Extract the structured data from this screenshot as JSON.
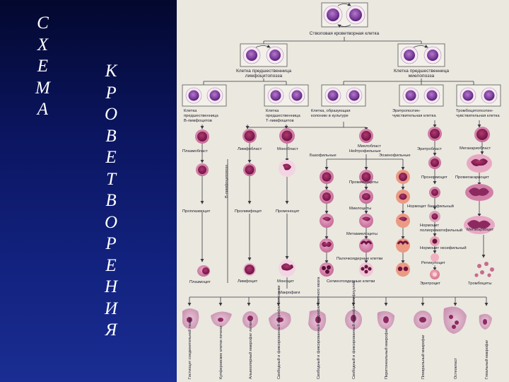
{
  "title_left": {
    "letters": [
      "С",
      "Х",
      "Е",
      "М",
      "А"
    ]
  },
  "title_right": {
    "letters": [
      "К",
      "Р",
      "О",
      "В",
      "Е",
      "Т",
      "В",
      "О",
      "Р",
      "Е",
      "Н",
      "И",
      "Я"
    ]
  },
  "diagram": {
    "stem_cell": "Стволовая кроветворная клетка",
    "lympho_precursor": [
      "Клетка предшественница",
      "лимфоцитопоэза"
    ],
    "myelo_precursor": [
      "Клетка предшественница",
      "миелопоэза"
    ],
    "b_precursor": [
      "Клетка",
      "предшественница",
      "В-лимфоцитов"
    ],
    "t_precursor": [
      "Клетка",
      "предшественница",
      "Т-лимфоцитов"
    ],
    "colony_cell": [
      "Клетка, образующая",
      "колонию в культуре"
    ],
    "erythropoietin_cell": [
      "Эритропоэтин-",
      "чувствительная клетка"
    ],
    "thrombopoietin_cell": [
      "Тромбоцитопоэтин-",
      "чувствительная клетка"
    ],
    "plasmoblast": "Плазмобласт",
    "lymphoblast": "Лимфобласт",
    "monoblast": "Монобласт",
    "myeloblast": "Миелобласт",
    "neutrophilic": "Нейтрофильные",
    "basophilic": "Базофильные",
    "eosinophilic": "Эозинофильные",
    "erythroblast": "Эритробласт",
    "megakaryoblast": "Мегакариобласт",
    "b_lymphocytopoiesis": "В-лимфоцитопоэз",
    "promyelocytes": "Промиелоциты",
    "pronormocyte": "Пронормоцит",
    "promegakaryocyte": "Промегакариоцит",
    "proplasmocyte": "Проплазмоцит",
    "prolymphocyte": "Пролимфоцит",
    "promonocyte": "Промоноцит",
    "myelocytes": "Миелоциты",
    "basophilic_normocyte": "Нормоцит базофильный",
    "metamyelocytes": "Метамиелоциты",
    "polychromatophilic_normocyte": [
      "Нормоцит",
      "полихроматофильный"
    ],
    "megakaryocyte": "Мегакариоцит",
    "oxyphilic_normocyte": "Нормоцит оксифильный",
    "band_cells": "Палочкоядерные клетки",
    "reticulocyte": "Ретикулоцит",
    "plasmocyte": "Плазмоцит",
    "lymphocyte": "Лимфоцит",
    "monocyte": "Моноцит",
    "segmented_cells": "Сегментоядерные клетки",
    "erythrocyte": "Эритроцит",
    "platelets": "Тромбоциты",
    "macrophages": "Макрофаги",
    "macrophage_types": [
      "Гистиоцит соединительной ткани",
      "Купферовские клетки печени",
      "Альвеолярный макрофаг легких",
      "Свободный и фиксированный макрофаг селезенки",
      "Свободный и фиксированный макрофаг костного мозга",
      "Свободный и фиксированный макрофаг лимфоузлов",
      "Перитонеальный макрофаг",
      "Плевральный макрофаг",
      "Остеокласт",
      "Глиальный макрофаг"
    ]
  }
}
